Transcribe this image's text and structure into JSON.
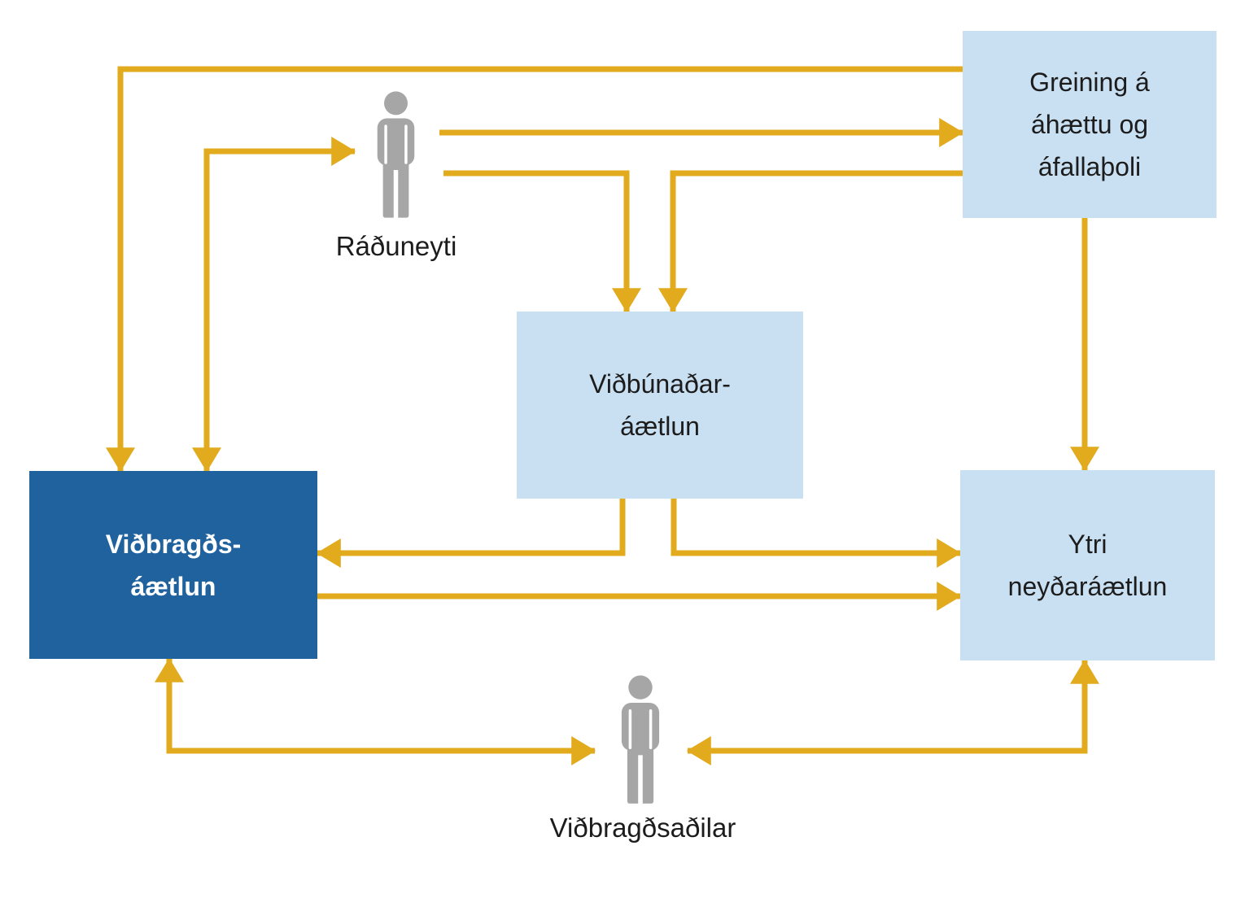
{
  "title": "Emergency planning relationships diagram",
  "colors": {
    "box_light": "#C9DFF2",
    "box_dark": "#20629E",
    "arrow": "#E2AB1E",
    "person": "#A6A6A6",
    "text_dark": "#1C1C1C",
    "text_light": "#FFFFFF"
  },
  "nodes": {
    "greining": {
      "lines": [
        "Greining á",
        "áhættu og",
        "áfallaþoli"
      ]
    },
    "vidbunadar": {
      "lines": [
        "Viðbúnaðar-",
        "áætlun"
      ]
    },
    "vidbragds": {
      "lines": [
        "Viðbragðs-",
        "áætlun"
      ]
    },
    "ytri": {
      "lines": [
        "Ytri",
        "neyðaráætlun"
      ]
    }
  },
  "actors": {
    "raduneyti": {
      "label": "Ráðuneyti"
    },
    "vidbragdsadilar": {
      "label": "Viðbragðsaðilar"
    }
  },
  "edges": [
    {
      "from": "Greining á áhættu og áfallaþoli",
      "to": "Viðbragðs-áætlun",
      "type": "one-way"
    },
    {
      "from": "Viðbragðs-áætlun",
      "to": "Ráðuneyti",
      "type": "two-way"
    },
    {
      "from": "Ráðuneyti",
      "to": "Greining á áhættu og áfallaþoli",
      "type": "one-way"
    },
    {
      "from": "Ráðuneyti",
      "to": "Viðbúnaðar-áætlun",
      "type": "one-way"
    },
    {
      "from": "Greining á áhættu og áfallaþoli",
      "to": "Viðbúnaðar-áætlun",
      "type": "one-way"
    },
    {
      "from": "Greining á áhættu og áfallaþoli",
      "to": "Ytri neyðaráætlun",
      "type": "one-way"
    },
    {
      "from": "Viðbúnaðar-áætlun",
      "to": "Viðbragðs-áætlun",
      "type": "one-way"
    },
    {
      "from": "Viðbúnaðar-áætlun",
      "to": "Ytri neyðaráætlun",
      "type": "one-way"
    },
    {
      "from": "Viðbragðs-áætlun",
      "to": "Ytri neyðaráætlun",
      "type": "one-way"
    },
    {
      "from": "Viðbragðs-áætlun",
      "to": "Viðbragðsaðilar",
      "type": "two-way"
    },
    {
      "from": "Viðbragðsaðilar",
      "to": "Ytri neyðaráætlun",
      "type": "two-way"
    }
  ]
}
